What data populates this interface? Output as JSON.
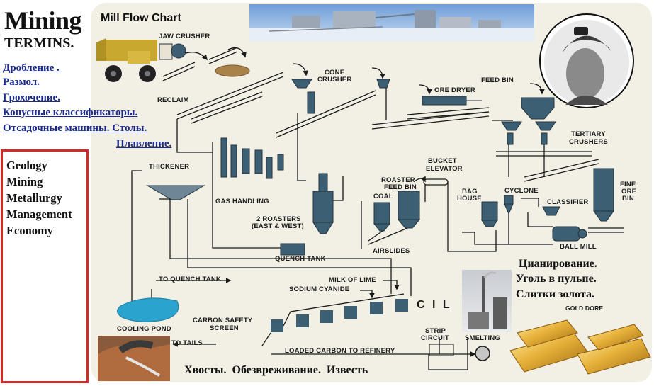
{
  "header": {
    "title": "Mining",
    "subtitle": "TERMINS.",
    "chart_title": "Mill Flow Chart"
  },
  "terms": [
    "Дробление .",
    "Размол.",
    "Грохочение.",
    "Конусные классификаторы.",
    "Отсадочные машины. Столы.",
    "Плавление."
  ],
  "sidebar": {
    "items": [
      "Geology",
      "Mining",
      "Metallurgy",
      "Management",
      "Economy"
    ]
  },
  "labels": {
    "jaw_crusher": "JAW CRUSHER",
    "reclaim": "RECLAIM",
    "cone_crusher_1": "CONE",
    "cone_crusher_2": "CRUSHER",
    "ore_dryer": "ORE DRYER",
    "feed_bin": "FEED BIN",
    "tertiary_1": "TERTIARY",
    "tertiary_2": "CRUSHERS",
    "thickener": "THICKENER",
    "bucket_1": "BUCKET",
    "bucket_2": "ELEVATOR",
    "roaster_1": "ROASTER",
    "roaster_2": "FEED BIN",
    "coal": "COAL",
    "gas_handling": "GAS HANDLING",
    "roasters_1": "2 ROASTERS",
    "roasters_2": "(EAST & WEST)",
    "bag_1": "BAG",
    "bag_2": "HOUSE",
    "cyclone": "CYCLONE",
    "classifier": "CLASSIFIER",
    "fine_1": "FINE",
    "fine_2": "ORE",
    "fine_3": "BIN",
    "airslides": "AIRSLIDES",
    "quench_tank": "QUENCH TANK",
    "ball_mill": "BALL MILL",
    "to_quench": "TO QUENCH TANK",
    "milk_of_lime": "MILK OF LIME",
    "sodium_cyanide": "SODIUM CYANIDE",
    "cil": "C I L",
    "cooling_pond": "COOLING POND",
    "carbon_1": "CARBON SAFETY",
    "carbon_2": "SCREEN",
    "to_tails": "TO TAILS",
    "strip_1": "STRIP",
    "strip_2": "CIRCUIT",
    "smelting": "SMELTING",
    "loaded_carbon": "LOADED CARBON TO REFINERY",
    "gold_dore": "GOLD DORE"
  },
  "russian_notes": {
    "cyanidation": "Цианирование.",
    "carbon_in_pulp": "Уголь в пульпе.",
    "gold_bars": "Слитки золота.",
    "bottom": "Хвосты.  Обезвреживание.  Известь"
  },
  "colors": {
    "equipment": "#3c5f73",
    "flow_line": "#1a1a1a",
    "panel": "#f2efe4",
    "sidebar_border": "#d42a2a",
    "link": "#1a2a8c",
    "pond": "#2ba3cf",
    "gold": "#e0a82a"
  }
}
